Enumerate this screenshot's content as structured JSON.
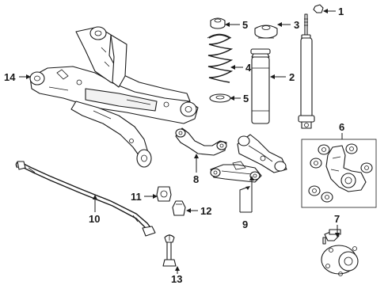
{
  "diagram": {
    "callouts": {
      "c1": "1",
      "c2": "2",
      "c3": "3",
      "c4": "4",
      "c5a": "5",
      "c5b": "5",
      "c6": "6",
      "c7": "7",
      "c8": "8",
      "c9": "9",
      "c10": "10",
      "c11": "11",
      "c12": "12",
      "c13": "13",
      "c14": "14"
    }
  }
}
